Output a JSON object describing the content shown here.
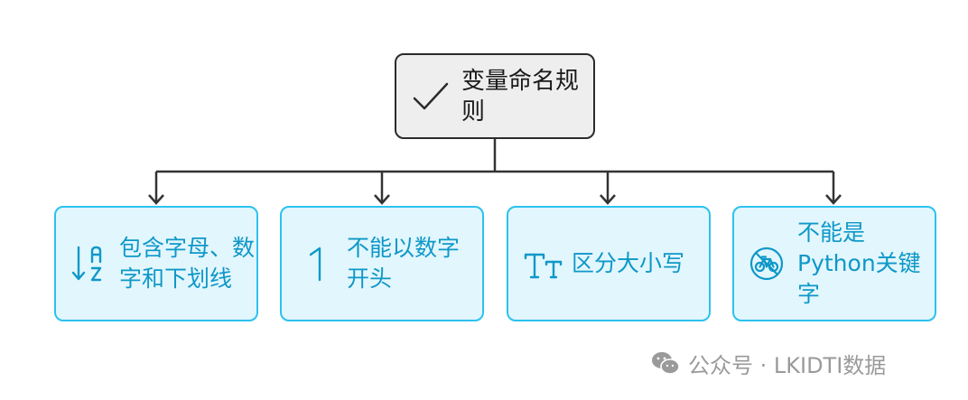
{
  "root": {
    "label": "变量命名规则",
    "icon": "checkmark-icon"
  },
  "rules": [
    {
      "label": "包含字母、数字和下划线",
      "icon": "sort-az-icon"
    },
    {
      "label": "不能以数字开头",
      "icon": "number-one-icon"
    },
    {
      "label": "区分大小写",
      "icon": "text-case-icon"
    },
    {
      "label": "不能是Python关键字",
      "icon": "no-bicycle-icon"
    }
  ],
  "watermark": {
    "text": "公众号 · LKIDTI数据",
    "icon": "wechat-icon"
  },
  "colors": {
    "root_fill": "#eeeeee",
    "root_border": "#2b2b2b",
    "child_fill": "#e2f6fd",
    "child_border": "#2cc2ee",
    "child_text": "#0e98c8",
    "connector": "#333333"
  }
}
